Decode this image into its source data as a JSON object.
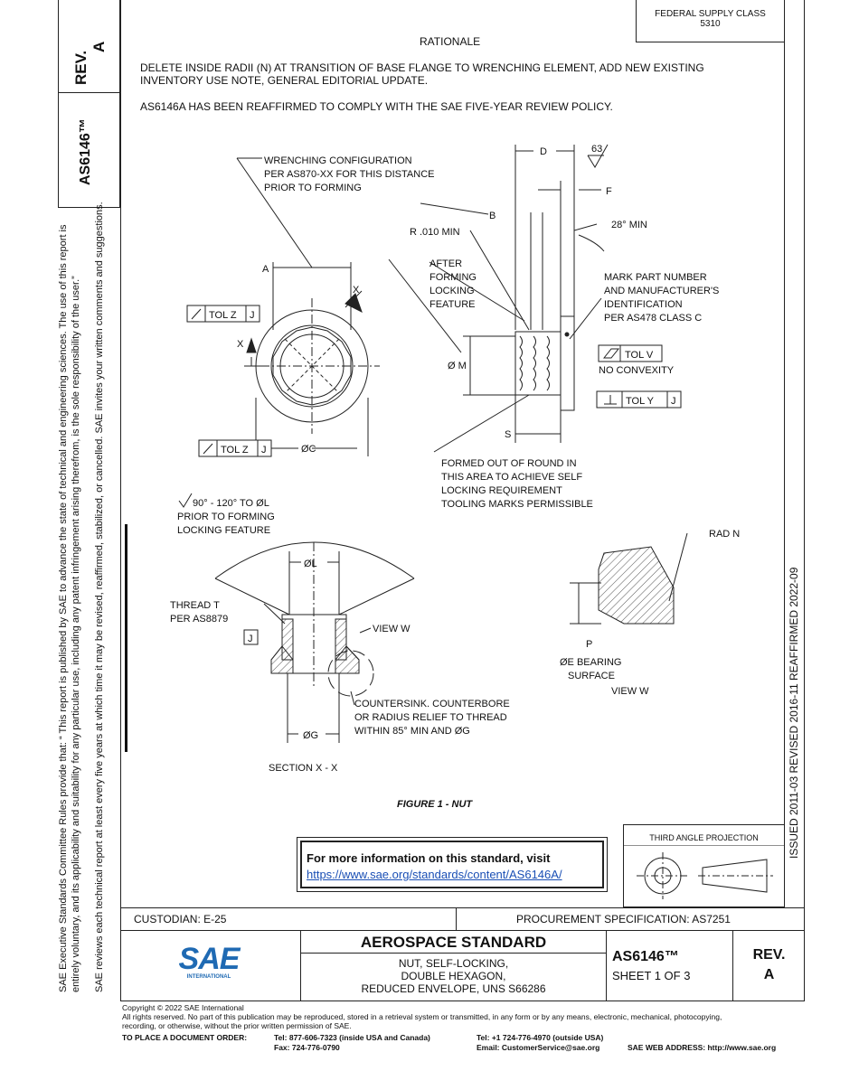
{
  "header": {
    "federal_supply_class": "FEDERAL SUPPLY CLASS",
    "fsc_number": "5310",
    "rationale_title": "RATIONALE",
    "rationale_text_1": "DELETE INSIDE RADII (N) AT TRANSITION OF BASE FLANGE TO WRENCHING ELEMENT, ADD NEW EXISTING",
    "rationale_text_2": "INVENTORY USE NOTE, GENERAL EDITORIAL UPDATE.",
    "reaffirm_text": "AS6146A HAS BEEN REAFFIRMED TO COMPLY WITH THE SAE FIVE-YEAR REVIEW POLICY."
  },
  "left_margin": {
    "rev_label": "REV.",
    "rev_value": "A",
    "doc_number": "AS6146™",
    "disclaimer_1": "SAE Executive Standards Committee Rules provide that: “ This report is published by SAE to advance the state of technical and engineering sciences. The use of this report is",
    "disclaimer_2": "entirely voluntary, and its applicability and suitability for any particular use, including any patent infringement arising therefrom, is the sole responsibility of the user.”",
    "disclaimer_3": "SAE reviews each technical report at least every five years at which time it may be revised, reaffirmed, stabilized, or cancelled. SAE invites your written comments and suggestions."
  },
  "right_margin": {
    "dates": "ISSUED 2011-03     REVISED 2016-11     REAFFIRMED 2022-09"
  },
  "drawing": {
    "wrenching_1": "WRENCHING CONFIGURATION",
    "wrenching_2": "PER AS870-XX FOR THIS DISTANCE",
    "wrenching_3": "PRIOR TO FORMING",
    "dim_a": "A",
    "dim_b": "B",
    "dim_d": "D",
    "dim_f": "F",
    "finish_63": "63",
    "angle_28": "28° MIN",
    "radius": "R .010 MIN",
    "after_1": "AFTER",
    "after_2": "FORMING",
    "after_3": "LOCKING",
    "after_4": "FEATURE",
    "mark_1": "MARK PART NUMBER",
    "mark_2": "AND MANUFACTURER'S",
    "mark_3": "IDENTIFICATION",
    "mark_4": "PER AS478 CLASS C",
    "tol_z": "TOL Z",
    "datum_j": "J",
    "x_label": "X",
    "dia_c": "ØC",
    "dia_m": "Ø M",
    "tol_v": "TOL V",
    "no_convexity": "NO CONVEXITY",
    "tol_y": "TOL Y",
    "dim_s": "S",
    "formed_1": "FORMED OUT OF ROUND IN",
    "formed_2": "THIS AREA TO ACHIEVE SELF",
    "formed_3": "LOCKING REQUIREMENT",
    "formed_4": "TOOLING MARKS PERMISSIBLE",
    "angle_1": "90° - 120° TO ØL",
    "angle_2": "PRIOR TO FORMING",
    "angle_3": "LOCKING FEATURE",
    "dia_l": "ØL",
    "thread_1": "THREAD T",
    "thread_2": "PER AS8879",
    "view_w": "VIEW  W",
    "counter_1": "COUNTERSINK. COUNTERBORE",
    "counter_2": "OR RADIUS RELIEF TO THREAD",
    "counter_3": "WITHIN 85° MIN AND ØG",
    "dia_g": "ØG",
    "section": "SECTION X - X",
    "rad_n": "RAD N",
    "dim_p": "P",
    "bearing_1": "ØE BEARING",
    "bearing_2": "SURFACE",
    "view_w2": "VIEW  W",
    "figure_caption": "FIGURE 1 - NUT"
  },
  "info_box": {
    "title": "For more information on this standard, visit",
    "url": "https://www.sae.org/standards/content/AS6146A/"
  },
  "projection": {
    "label": "THIRD ANGLE PROJECTION"
  },
  "title_block": {
    "custodian": "CUSTODIAN: E-25",
    "procurement": "PROCUREMENT SPECIFICATION: AS7251",
    "logo_text": "SAE",
    "logo_sub": "INTERNATIONAL",
    "standard_type": "AEROSPACE STANDARD",
    "title_1": "NUT, SELF-LOCKING,",
    "title_2": "DOUBLE HEXAGON,",
    "title_3": "REDUCED ENVELOPE, UNS S66286",
    "doc_number": "AS6146™",
    "sheet": "SHEET 1 OF 3",
    "rev_label": "REV.",
    "rev_value": "A"
  },
  "footer": {
    "copyright": "Copyright © 2022 SAE International",
    "rights_1": "All rights reserved. No part of this publication may be reproduced, stored in a retrieval system or transmitted, in any form or by any means, electronic, mechanical, photocopying,",
    "rights_2": "recording, or otherwise, without the prior written permission of SAE.",
    "order_label": "TO PLACE A DOCUMENT ORDER:",
    "tel_us": "Tel: 877-606-7323 (inside USA and Canada)",
    "fax": "Fax: 724-776-0790",
    "tel_intl": "Tel: +1 724-776-4970 (outside USA)",
    "email": "Email: CustomerService@sae.org",
    "web": "SAE WEB ADDRESS: http://www.sae.org"
  }
}
